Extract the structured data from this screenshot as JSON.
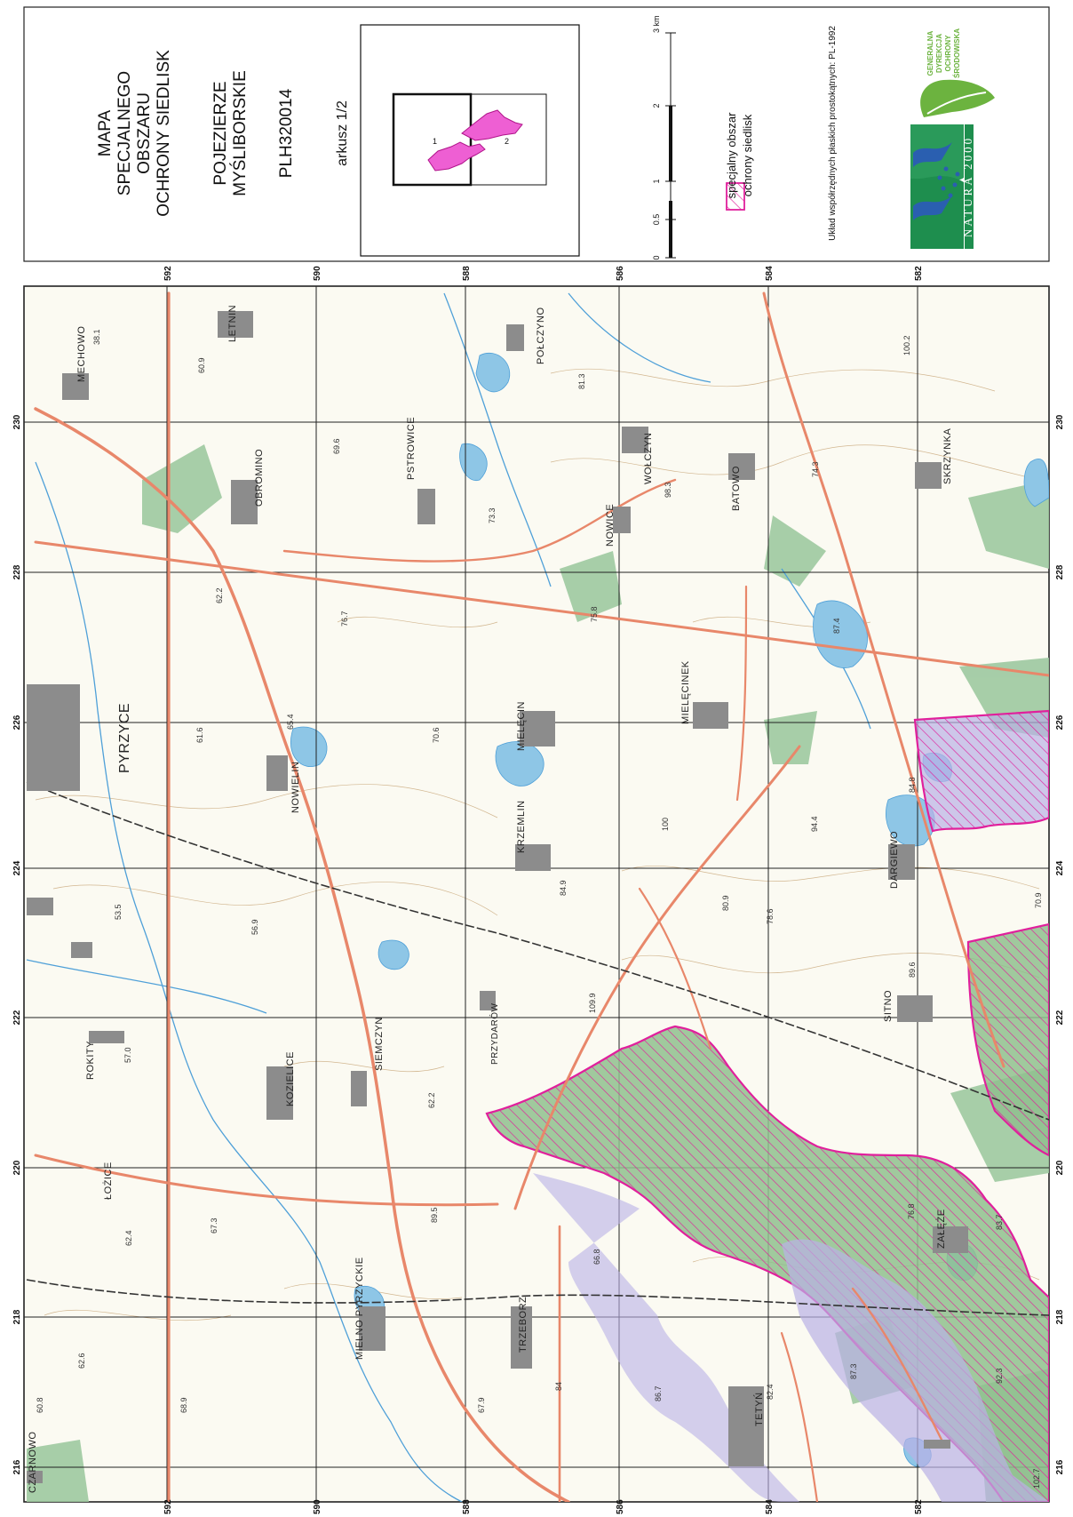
{
  "legend": {
    "title_lines": [
      "MAPA",
      "SPECJALNEGO",
      "OBSZARU",
      "OCHRONY SIEDLISK"
    ],
    "site_name_lines": [
      "POJEZIERZE",
      "MYŚLIBORSKIE"
    ],
    "site_code": "PLH320014",
    "sheet": "arkusz 1/2",
    "inset_labels": [
      "1",
      "2"
    ],
    "scale_ticks": [
      "0",
      "0.5",
      "1",
      "2",
      "3 km"
    ],
    "legend_item_lines": [
      "specjalny obszar",
      "ochrony siedlisk"
    ],
    "coordinate_system": "Układ współrzędnych płaskich prostokątnych: PL-1992",
    "gdos_logo_lines": [
      "GENERALNA",
      "DYREKCJA",
      "OCHRONY",
      "ŚRODOWISKA"
    ],
    "natura_logo": "NATURA 2000"
  },
  "grid": {
    "easting_labels": [
      "216",
      "218",
      "220",
      "222",
      "224",
      "226",
      "228",
      "230"
    ],
    "northing_labels": [
      "592",
      "590",
      "588",
      "586",
      "584",
      "582"
    ]
  },
  "places": [
    "CZARNOWO",
    "ŁOŻICE",
    "ROKITY",
    "KOZIELICE",
    "SIEMCZYN",
    "MIELNO PYRZYCKIE",
    "TRZEBORZ",
    "TETYŃ",
    "PRZYDARÓW",
    "PYRZYCE",
    "NOWIELIN",
    "KRZEMLIN",
    "MIELĘCIN",
    "OBROMINO",
    "LETNIN",
    "MECHOWO",
    "PSTROWICE",
    "POŁCZYNO",
    "WOŁCZYN",
    "NOWICE",
    "BATOWO",
    "MIELĘCINEK",
    "SKRZYNKA",
    "DARGIEWO",
    "SITNO",
    "ZAŁĘŻE"
  ],
  "elevations": [
    "60.8",
    "62.6",
    "68.9",
    "67.9",
    "62.4",
    "57.0",
    "67.3",
    "89.5",
    "84",
    "86.7",
    "62.2",
    "66.8",
    "56.9",
    "53.5",
    "61.6",
    "65.4",
    "62.2",
    "70.6",
    "76.7",
    "73.3",
    "69.6",
    "98.3",
    "81.3",
    "75.8",
    "100.2",
    "74.3",
    "87.4",
    "78.6",
    "94.4",
    "84.8",
    "89.6",
    "70.9",
    "83.7",
    "92.3",
    "102.7",
    "87.3",
    "76.8",
    "100",
    "84.9",
    "109.9",
    "38.1",
    "60.9",
    "80.9",
    "82.4"
  ],
  "colors": {
    "paper": "#fbfaf2",
    "forest": "#9dc9a0",
    "water": "#8ec6e6",
    "road": "#e8876a",
    "settlement": "#8c8c8c",
    "habitat": "#e0209c",
    "habitat_fill": "#b9b0e6"
  }
}
